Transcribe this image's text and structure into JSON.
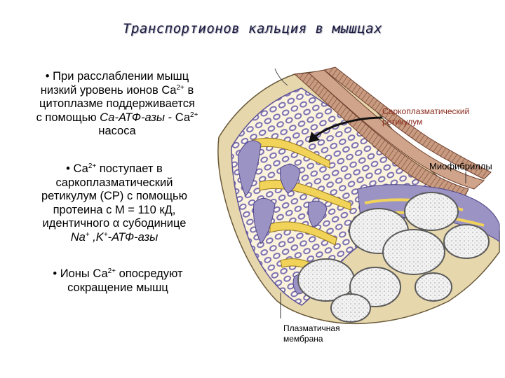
{
  "title": "Транспортионов кальция в мышцах",
  "bullets": {
    "b1": {
      "l1": "• При расслаблении мышц",
      "l2a": "низкий уровень ионов Ca",
      "l2sup": "2+",
      "l2b": " в",
      "l3": "цитоплазме поддерживается",
      "l4a": "с помощью ",
      "l4it": "Са-АТФ-азы",
      "l4b": " - Са",
      "l4sup": "2+",
      "l5": "насоса"
    },
    "b2": {
      "l1a": "• Са",
      "l1sup": "2+",
      "l1b": " поступает в",
      "l2": "саркоплазматический",
      "l3": "ретикулум (СР) с помощью",
      "l4": "протеина с М = 110 кД,",
      "l5": "идентичного α субодинице",
      "l6a": "Na",
      "l6sup1": "+",
      "l6b": " ,K",
      "l6sup2": "+",
      "l6c": "-АТФ-азы"
    },
    "b3": {
      "l1a": "• Ионы Са",
      "l1sup": "2+",
      "l1b": " опосредуют",
      "l2": "сокращение мышц"
    }
  },
  "labels": {
    "sr_l1": "Саркоплазматический",
    "sr_l2": "ретикулум",
    "myofibrils": "Миофибриллы",
    "pm_l1": "Плазматичная",
    "pm_l2": "мембрана"
  },
  "colors": {
    "title": "#1a1a40",
    "sr_label": "#8a2a1c",
    "reticulum": "#9b93c4",
    "tubules": "#f1d35a",
    "myofibril": "#b1816a",
    "membrane": "#e7d7ad"
  }
}
